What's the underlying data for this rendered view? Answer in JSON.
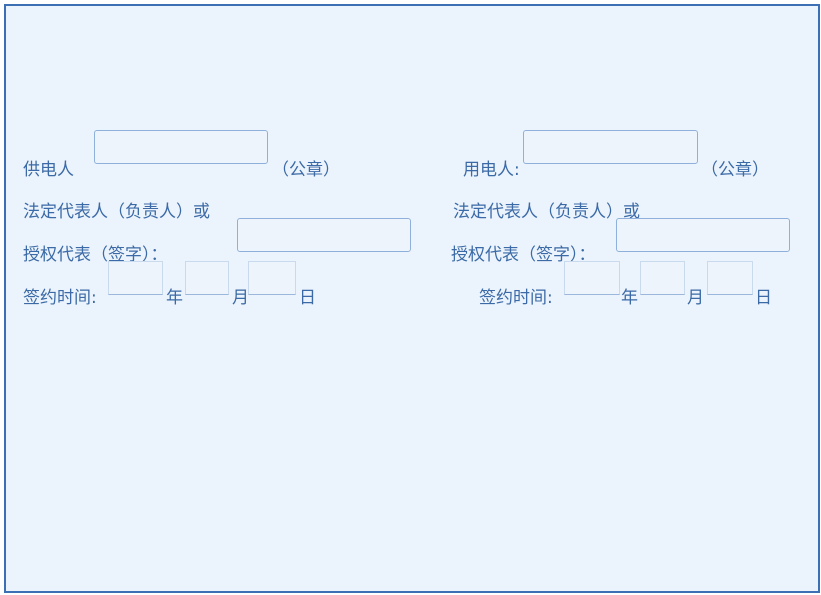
{
  "supplier": {
    "label": "供电人",
    "seal_note": "（公章）",
    "legal_rep_label": "法定代表人（负责人）或",
    "authorized_rep_label": "授权代表（签字）：",
    "sign_date_label": "签约时间:",
    "year_unit": "年",
    "month_unit": "月",
    "day_unit": "日",
    "name_value": "",
    "signature_value": "",
    "year_value": "",
    "month_value": "",
    "day_value": ""
  },
  "consumer": {
    "label": "用电人:",
    "seal_note": "（公章）",
    "legal_rep_label": "法定代表人（负责人）或",
    "authorized_rep_label": "授权代表（签字）：",
    "sign_date_label": "签约时间:",
    "year_unit": "年",
    "month_unit": "月",
    "day_unit": "日",
    "name_value": "",
    "signature_value": "",
    "year_value": "",
    "month_value": "",
    "day_value": ""
  }
}
